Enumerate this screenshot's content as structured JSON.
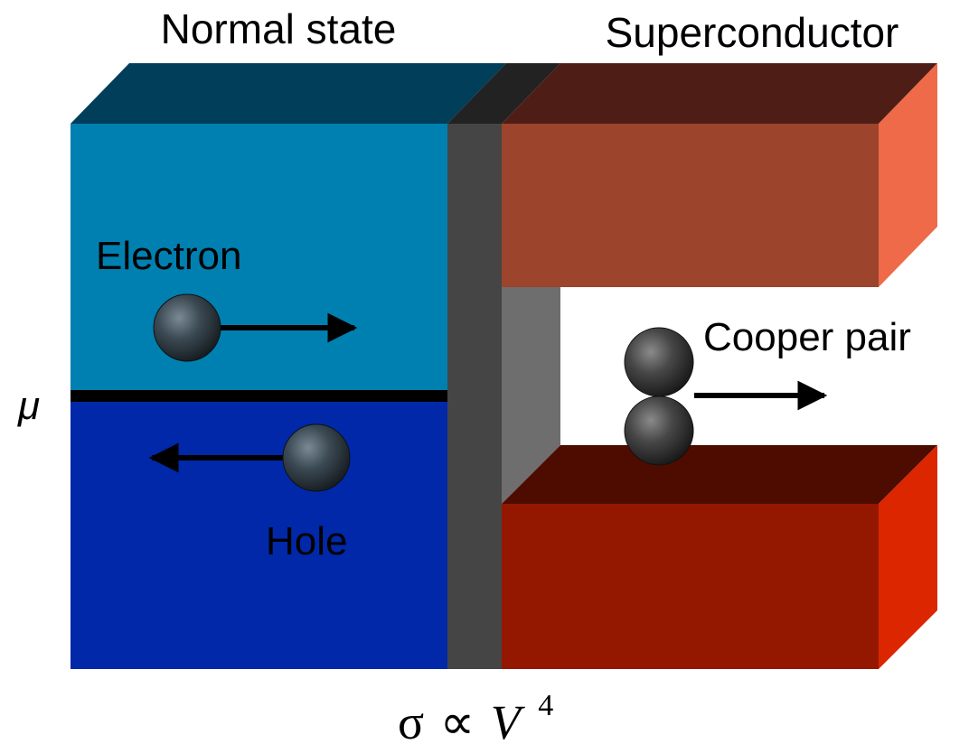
{
  "labels": {
    "normal_state": "Normal state",
    "superconductor": "Superconductor",
    "electron": "Electron",
    "hole": "Hole",
    "cooper_pair": "Cooper pair",
    "mu": "μ",
    "formula_sigma": "σ",
    "formula_propto": "∝",
    "formula_v": "V",
    "formula_exp": "4"
  },
  "colors": {
    "normal_top": "#003E5A",
    "electron_region": "#0080B0",
    "hole_region": "#0028A8",
    "barrier_front": "#454545",
    "barrier_top": "#222222",
    "barrier_inner": "#6E6E6E",
    "sc_upper_front": "#9C442C",
    "sc_upper_top": "#4E1E16",
    "sc_upper_side": "#EE6A48",
    "sc_lower_front": "#941800",
    "sc_lower_top": "#4E0C00",
    "sc_lower_side": "#DC2600",
    "particle": "#3C4A54",
    "chemical_potential_line": "#000000"
  },
  "icons": {
    "electron_particle": "sphere",
    "hole_particle": "sphere",
    "cooper_pair_particles": "two-stacked-spheres",
    "arrows": "arrow-right / arrow-left"
  }
}
